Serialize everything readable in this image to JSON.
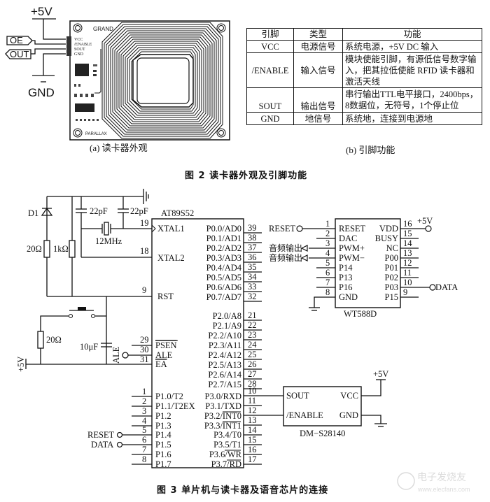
{
  "figure2": {
    "caption": "图 2   读卡器外观及引脚功能",
    "sub_a": {
      "caption": "(a) 读卡器外观",
      "labels": {
        "power": "+5V",
        "oe": "OE",
        "out": "OUT",
        "gnd": "GND"
      },
      "board": {
        "brand": "GRAND",
        "maker": "PARALLAX",
        "pins": [
          "VCC",
          "/ENABLE",
          "SOUT",
          "GND"
        ]
      }
    },
    "sub_b": {
      "caption": "(b) 引脚功能",
      "table": {
        "headers": [
          "引脚",
          "类型",
          "功能"
        ],
        "rows": [
          {
            "pin": "VCC",
            "type": "电源信号",
            "function": "系统电源，+5V DC 输入"
          },
          {
            "pin": "/ENABLE",
            "type": "输入信号",
            "function": "模块使能引脚，有源低信号数字输入，把其拉低使能 RFID 读卡器和激活天线"
          },
          {
            "pin": "SOUT",
            "type": "输出信号",
            "function": "串行输出TTL电平接口，2400bps，8数据位，无符号，1个停止位"
          },
          {
            "pin": "GND",
            "type": "地信号",
            "function": "系统地，连接到电源地"
          }
        ]
      }
    }
  },
  "figure3": {
    "caption": "图 3   单片机与读卡器及语音芯片的连接",
    "mcu": {
      "name": "AT89S52",
      "left_pins": [
        {
          "num": "19",
          "label": "XTAL1"
        },
        {
          "num": "18",
          "label": "XTAL2"
        },
        {
          "num": "9",
          "label": "RST"
        },
        {
          "num": "29",
          "label": "PSEN"
        },
        {
          "num": "30",
          "label": "ALE"
        },
        {
          "num": "31",
          "label": "EA"
        },
        {
          "num": "1",
          "label": "P1.0/T2"
        },
        {
          "num": "2",
          "label": "P1.1/T2EX"
        },
        {
          "num": "3",
          "label": "P1.2"
        },
        {
          "num": "4",
          "label": "P1.3"
        },
        {
          "num": "5",
          "label": "P1.4"
        },
        {
          "num": "6",
          "label": "P1.5"
        },
        {
          "num": "7",
          "label": "P1.6"
        },
        {
          "num": "8",
          "label": "P1.7"
        }
      ],
      "right_pins": [
        {
          "num": "39",
          "label": "P0.0/AD0"
        },
        {
          "num": "38",
          "label": "P0.1/AD1"
        },
        {
          "num": "37",
          "label": "P0.2/AD2"
        },
        {
          "num": "36",
          "label": "P0.3/AD3"
        },
        {
          "num": "35",
          "label": "P0.4/AD4"
        },
        {
          "num": "34",
          "label": "P0.5/AD5"
        },
        {
          "num": "33",
          "label": "P0.6/AD6"
        },
        {
          "num": "32",
          "label": "P0.7/AD7"
        },
        {
          "num": "21",
          "label": "P2.0/A8"
        },
        {
          "num": "22",
          "label": "P2.1/A9"
        },
        {
          "num": "23",
          "label": "P2.2/A10"
        },
        {
          "num": "24",
          "label": "P2.3/A11"
        },
        {
          "num": "25",
          "label": "P2.4/A12"
        },
        {
          "num": "26",
          "label": "P2.5/A13"
        },
        {
          "num": "27",
          "label": "P2.6/A14"
        },
        {
          "num": "28",
          "label": "P2.7/A15"
        },
        {
          "num": "10",
          "label": "P3.0/RXD"
        },
        {
          "num": "11",
          "label": "P3.1/TXD"
        },
        {
          "num": "12",
          "label": "P3.2/INT0"
        },
        {
          "num": "13",
          "label": "P3.3/INT1"
        },
        {
          "num": "14",
          "label": "P3.4/T0"
        },
        {
          "num": "15",
          "label": "P3.5/T1"
        },
        {
          "num": "16",
          "label": "P3.6/WR"
        },
        {
          "num": "17",
          "label": "P3.7/RD"
        }
      ]
    },
    "components": {
      "diode": "D1",
      "r1": "20Ω",
      "r2": "1kΩ",
      "c1": "22pF",
      "c2": "22pF",
      "crystal": "12MHz",
      "r3": "20Ω",
      "c3": "10μF",
      "ale_label": "ALE",
      "vcc_label": "+5V"
    },
    "nets": {
      "reset": "RESET",
      "data": "DATA",
      "audio_out_1": "音频输出",
      "audio_out_2": "音频输出",
      "vcc": "+5V"
    },
    "voice_chip": {
      "name": "WT588D",
      "left_pins": [
        {
          "num": "1",
          "label": "RESET"
        },
        {
          "num": "2",
          "label": "DAC"
        },
        {
          "num": "3",
          "label": "PWM+"
        },
        {
          "num": "4",
          "label": "PWM−"
        },
        {
          "num": "5",
          "label": "P14"
        },
        {
          "num": "6",
          "label": "P13"
        },
        {
          "num": "7",
          "label": "P16"
        },
        {
          "num": "8",
          "label": "GND"
        }
      ],
      "right_pins": [
        {
          "num": "16",
          "label": "VDD"
        },
        {
          "num": "15",
          "label": "BUSY"
        },
        {
          "num": "14",
          "label": "NC"
        },
        {
          "num": "13",
          "label": "P00"
        },
        {
          "num": "12",
          "label": "P01"
        },
        {
          "num": "11",
          "label": "P02"
        },
        {
          "num": "10",
          "label": "P03"
        },
        {
          "num": "9",
          "label": "P15"
        }
      ]
    },
    "reader": {
      "name": "DM−S28140",
      "left_pins": [
        "SOUT",
        "/ENABLE"
      ],
      "right_pins": [
        "VCC",
        "GND"
      ],
      "vcc_label": "+5V"
    }
  },
  "watermark": {
    "line1": "电子发烧友",
    "line2": "www.elecfans.com"
  }
}
